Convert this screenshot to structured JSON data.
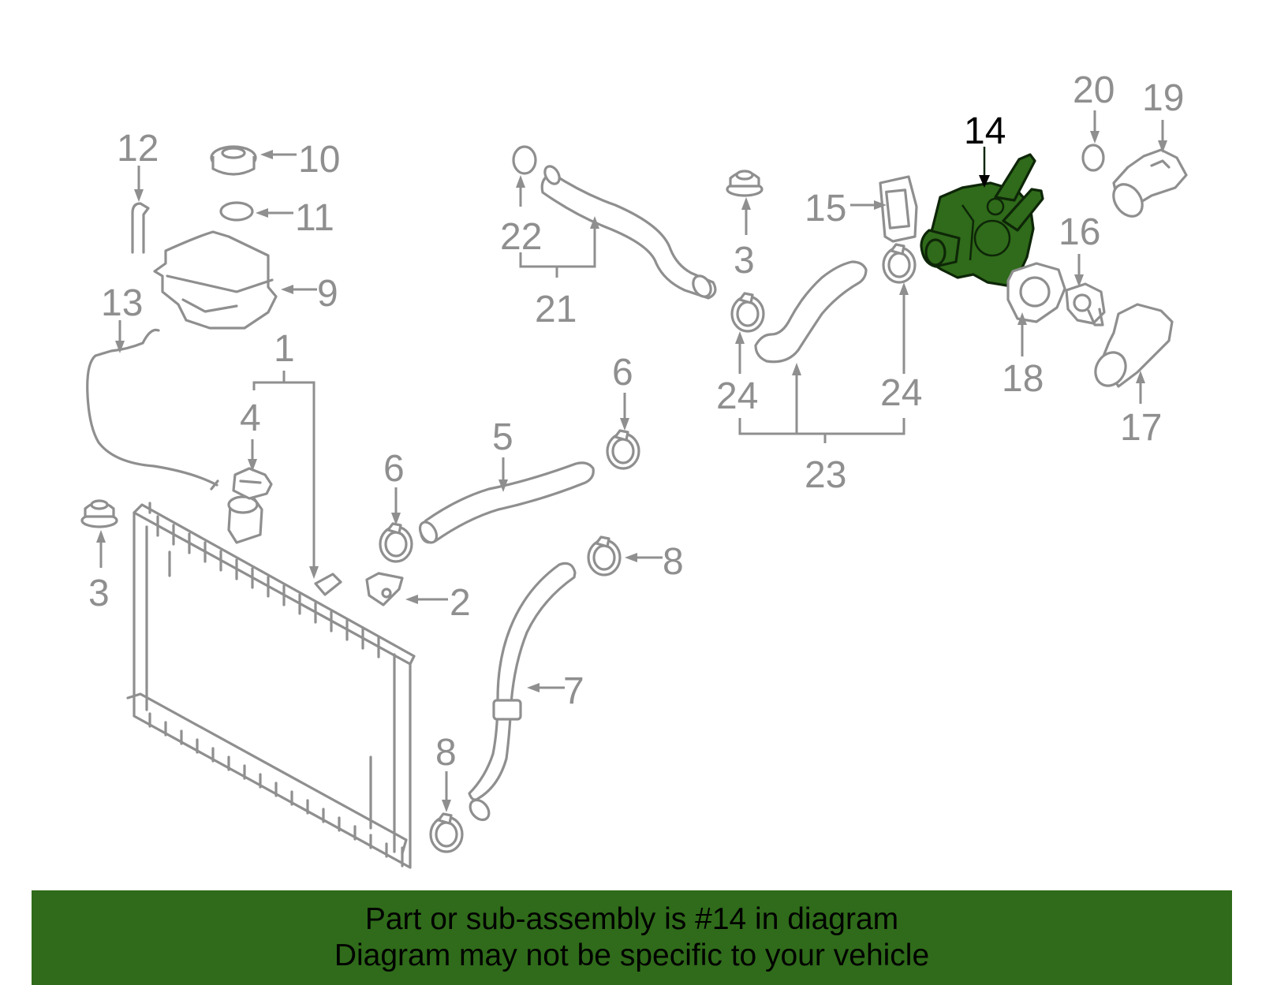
{
  "highlight_color": "#2f6b1a",
  "highlighted_part": "14",
  "labels": {
    "p1": "1",
    "p2": "2",
    "p3a": "3",
    "p3b": "3",
    "p4": "4",
    "p5": "5",
    "p6a": "6",
    "p6b": "6",
    "p7": "7",
    "p8a": "8",
    "p8b": "8",
    "p9": "9",
    "p10": "10",
    "p11": "11",
    "p12": "12",
    "p13": "13",
    "p14": "14",
    "p15": "15",
    "p16": "16",
    "p17": "17",
    "p18": "18",
    "p19": "19",
    "p20": "20",
    "p21": "21",
    "p22": "22",
    "p23": "23",
    "p24a": "24",
    "p24b": "24"
  },
  "banner": {
    "line1": "Part or sub-assembly is #14 in diagram",
    "line2": "Diagram may not be specific to your vehicle"
  }
}
